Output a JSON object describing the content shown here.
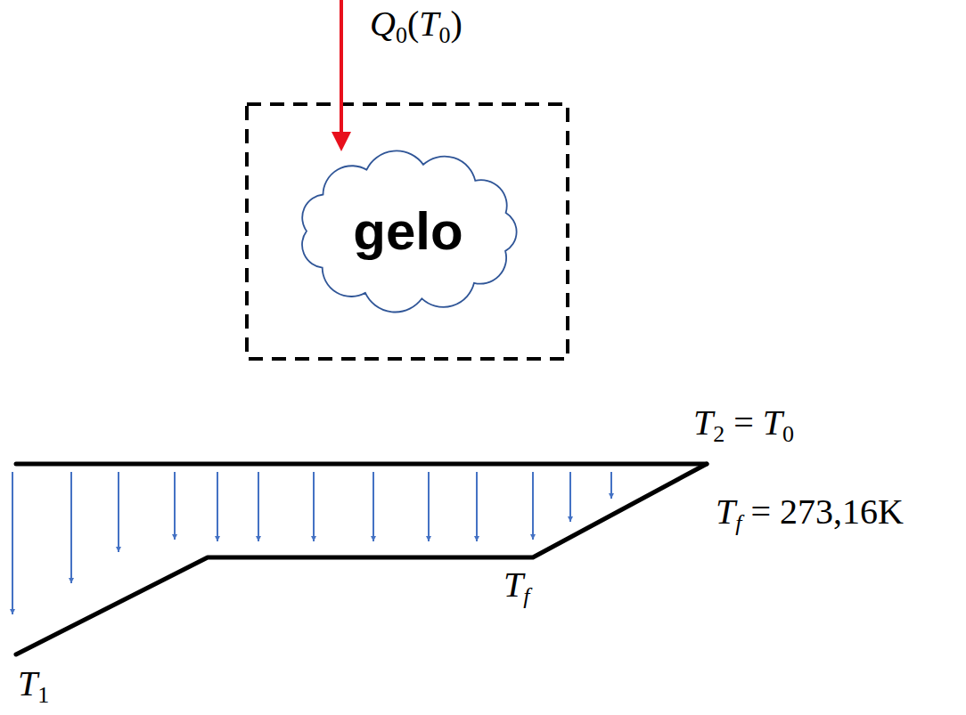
{
  "diagram": {
    "nodes": [
      {
        "text": [
          "gelo"
        ]
      }
    ],
    "labels": [
      "Q0(T0)",
      "T2 = T0",
      "Tf = 273,16K",
      "Tf",
      "T1"
    ]
  }
}
